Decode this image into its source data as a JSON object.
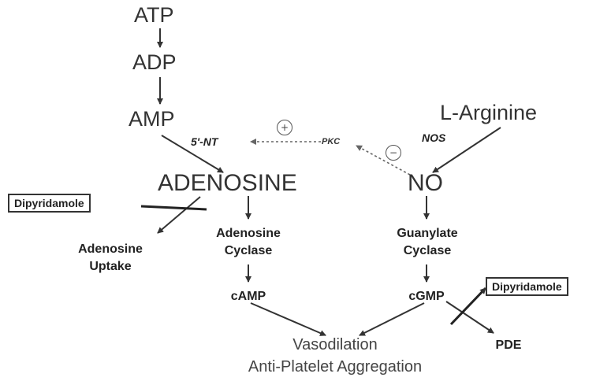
{
  "nodes": {
    "atp": "ATP",
    "adp": "ADP",
    "amp": "AMP",
    "l_arginine": "L-Arginine",
    "adenosine": "ADENOSINE",
    "no": "NO",
    "adenosine_cyclase": "Adenosine\nCyclase",
    "guanylate_cyclase": "Guanylate\nCyclase",
    "adenosine_uptake": "Adenosine\nUptake",
    "camp": "cAMP",
    "cgmp": "cGMP",
    "pde": "PDE",
    "vasodilation": "Vasodilation",
    "anti_platelet": "Anti-Platelet Aggregation"
  },
  "enzymes": {
    "five_nt": "5'-NT",
    "pkc": "PKC",
    "nos": "NOS"
  },
  "drugs": {
    "dipyridamole_left": "Dipyridamole",
    "dipyridamole_right": "Dipyridamole"
  },
  "signs": {
    "pkc_to_5nt": "+",
    "no_to_pkc": "−"
  }
}
